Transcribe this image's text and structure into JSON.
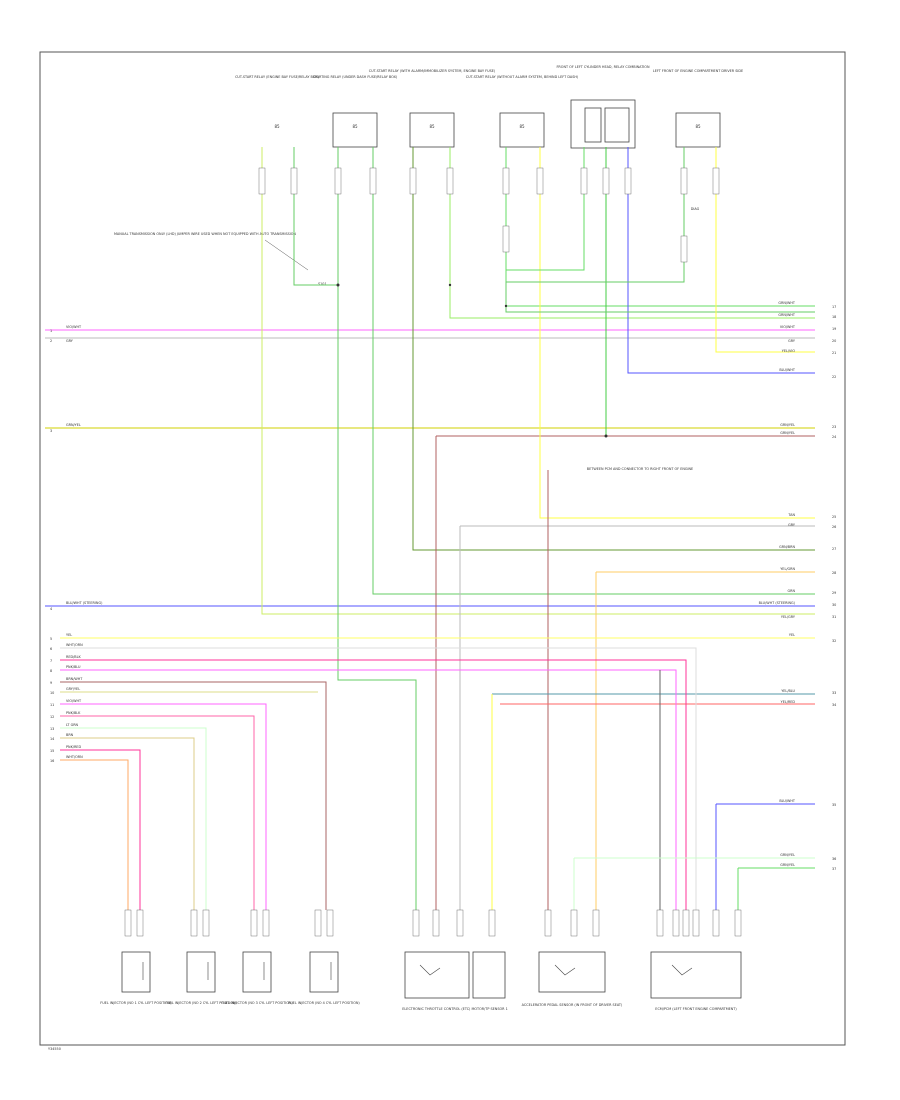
{
  "diagram_id": "Y34550",
  "top_components": [
    {
      "id": "c1",
      "label": "CUT-START RELAY (ENGINE BAY FUSE/RELAY BOX)",
      "pin": "85"
    },
    {
      "id": "c2",
      "label": "STARTING RELAY (UNDER DASH FUSE/RELAY BOX)",
      "pin": "85"
    },
    {
      "id": "c3",
      "label": "CUT-START RELAY (WITH ALARM/IMMOBILIZER SYSTEM, ENGINE BAY FUSE)",
      "pin": "85"
    },
    {
      "id": "c4",
      "label": "CUT-START RELAY (WITHOUT ALARM SYSTEM, BEHIND LEFT DASH)",
      "pin": "85"
    },
    {
      "id": "c5",
      "label": "FRONT OF LEFT CYLINDER HEAD, RELAY COMBINATION",
      "pin": ""
    },
    {
      "id": "c6",
      "label": "LEFT FRONT OF ENGINE COMPARTMENT DRIVER SIDE",
      "pin": "85"
    }
  ],
  "notes": [
    {
      "id": "n1",
      "text": "MANUAL TRANSMISSION ONLY (LHD) JUMPER WIRE USED WHEN NOT EQUIPPED WITH AUTO TRANSMISSION"
    },
    {
      "id": "n2",
      "text": "BETWEEN PCM AND CONNECTOR TO RIGHT FRONT OF ENGINE"
    },
    {
      "id": "n3",
      "text": "DIAG"
    }
  ],
  "splice_label": "S101",
  "left_wires": [
    {
      "n": "1",
      "label": "VIO/WHT"
    },
    {
      "n": "2",
      "label": "GRY"
    },
    {
      "n": "3",
      "label": "GRN/YEL"
    },
    {
      "n": "4",
      "label": "BLU/WHT (STEERING)"
    },
    {
      "n": "5",
      "label": "YEL"
    },
    {
      "n": "6",
      "label": "WHT/ORN"
    },
    {
      "n": "7",
      "label": "RED/BLK"
    },
    {
      "n": "8",
      "label": "PNK/BLU"
    },
    {
      "n": "9",
      "label": "BRN/WHT"
    },
    {
      "n": "10",
      "label": "GRY/YEL"
    },
    {
      "n": "11",
      "label": "VIO/WHT"
    },
    {
      "n": "12",
      "label": "PNK/BLK"
    },
    {
      "n": "13",
      "label": "LT GRN"
    },
    {
      "n": "14",
      "label": "BRN"
    },
    {
      "n": "15",
      "label": "PNK/RED"
    },
    {
      "n": "16",
      "label": "WHT/ORN"
    }
  ],
  "right_wires": [
    {
      "n": "17",
      "label": "GRN/WHT"
    },
    {
      "n": "18",
      "label": "GRN/WHT"
    },
    {
      "n": "19",
      "label": "VIO/WHT"
    },
    {
      "n": "20",
      "label": "GRY"
    },
    {
      "n": "21",
      "label": "YEL/VIO"
    },
    {
      "n": "22",
      "label": "BLU/WHT"
    },
    {
      "n": "23",
      "label": "GRN/YEL"
    },
    {
      "n": "24",
      "label": "GRN/YEL"
    },
    {
      "n": "25",
      "label": "TAN"
    },
    {
      "n": "26",
      "label": "GRY"
    },
    {
      "n": "27",
      "label": "GRN/BRN"
    },
    {
      "n": "28",
      "label": "YEL/GRN"
    },
    {
      "n": "29",
      "label": "GRN"
    },
    {
      "n": "30",
      "label": "BLU/WHT (STEERING)"
    },
    {
      "n": "31",
      "label": "YEL/GRY"
    },
    {
      "n": "32",
      "label": "YEL"
    },
    {
      "n": "33",
      "label": "YEL/BLU"
    },
    {
      "n": "34",
      "label": "YEL/RED"
    },
    {
      "n": "35",
      "label": "BLU/WHT"
    },
    {
      "n": "36",
      "label": "GRN/YEL"
    },
    {
      "n": "37",
      "label": "GRN/YEL"
    }
  ],
  "bottom_components": [
    {
      "id": "b1",
      "label": "FUEL INJECTOR (NO 1 CYL LEFT POSITION)"
    },
    {
      "id": "b2",
      "label": "FUEL INJECTOR (NO 2 CYL LEFT POSITION)"
    },
    {
      "id": "b3",
      "label": "FUEL INJECTOR (NO 3 CYL LEFT POSITION)"
    },
    {
      "id": "b4",
      "label": "FUEL INJECTOR (NO 4 CYL LEFT POSITION)"
    },
    {
      "id": "b5",
      "label": "ELECTRONIC THROTTLE CONTROL (ETC) MOTOR/TP SENSOR 1"
    },
    {
      "id": "b6",
      "label": "ACCELERATOR PEDAL SENSOR (IN FRONT OF DRIVER SEAT)"
    },
    {
      "id": "b7",
      "label": "ECM/PCM (LEFT FRONT ENGINE COMPARTMENT)"
    }
  ]
}
